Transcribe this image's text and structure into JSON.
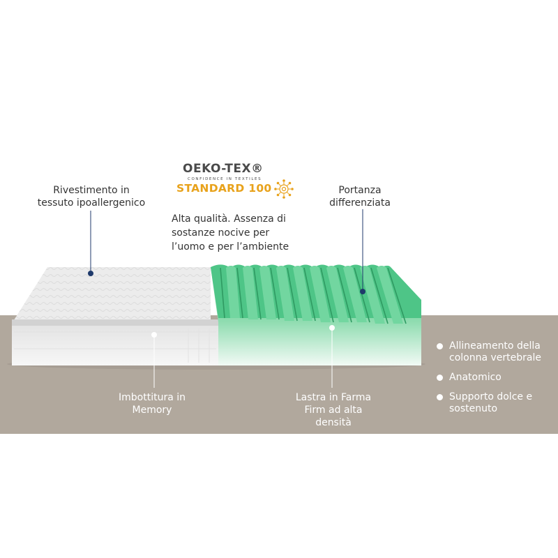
{
  "callouts": {
    "rivestimento": {
      "lines": [
        "Rivestimento in",
        "tessuto ipoallergenico"
      ]
    },
    "portanza": {
      "lines": [
        "Portanza",
        "differenziata"
      ]
    },
    "imbottitura": {
      "lines": [
        "Imbottitura in",
        "Memory"
      ]
    },
    "lastra": {
      "lines": [
        "Lastra in Farma",
        "Firm ad alta",
        "densità"
      ]
    }
  },
  "certification": {
    "brand": "OEKO-TEX®",
    "tagline": "CONFIDENCE IN TEXTILES",
    "standard": "STANDARD 100",
    "seal_icon": "oeko-tex-seal-icon",
    "description_lines": [
      "Alta qualità. Assenza di",
      "sostanze nocive per",
      "l’uomo e per l’ambiente"
    ]
  },
  "features": [
    {
      "lines": [
        "Allineamento della",
        "colonna vertebrale"
      ]
    },
    {
      "lines": [
        "Anatomico"
      ]
    },
    {
      "lines": [
        "Supporto dolce e",
        "sostenuto"
      ]
    }
  ],
  "colors": {
    "band": "#b1a89d",
    "foam": "#5fce92",
    "pin_dark": "#1f3a6b",
    "oeko_orange": "#e8a21b"
  }
}
